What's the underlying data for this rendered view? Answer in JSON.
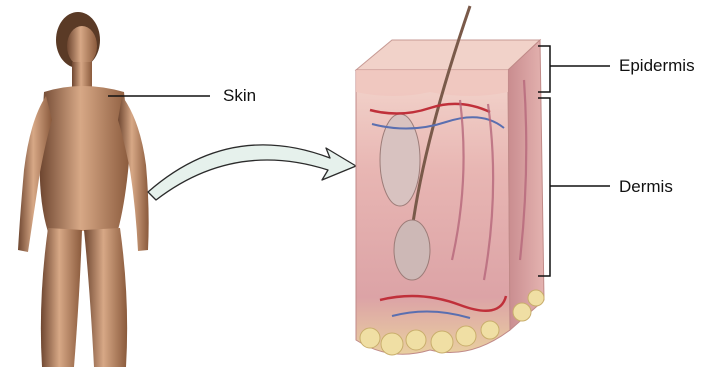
{
  "labels": {
    "skin": "Skin",
    "epidermis": "Epidermis",
    "dermis": "Dermis"
  },
  "colors": {
    "skin_tone": "#c99a78",
    "skin_shadow": "#8a5a3c",
    "tissue_pink": "#e9b8b4",
    "epidermis_top": "#f1d2c9",
    "vessel_red": "#c0303a",
    "vessel_blue": "#5a6fb0",
    "fat_yellow": "#f0dfa4",
    "arrow_fill": "#e6f1ec",
    "line": "#111111"
  }
}
